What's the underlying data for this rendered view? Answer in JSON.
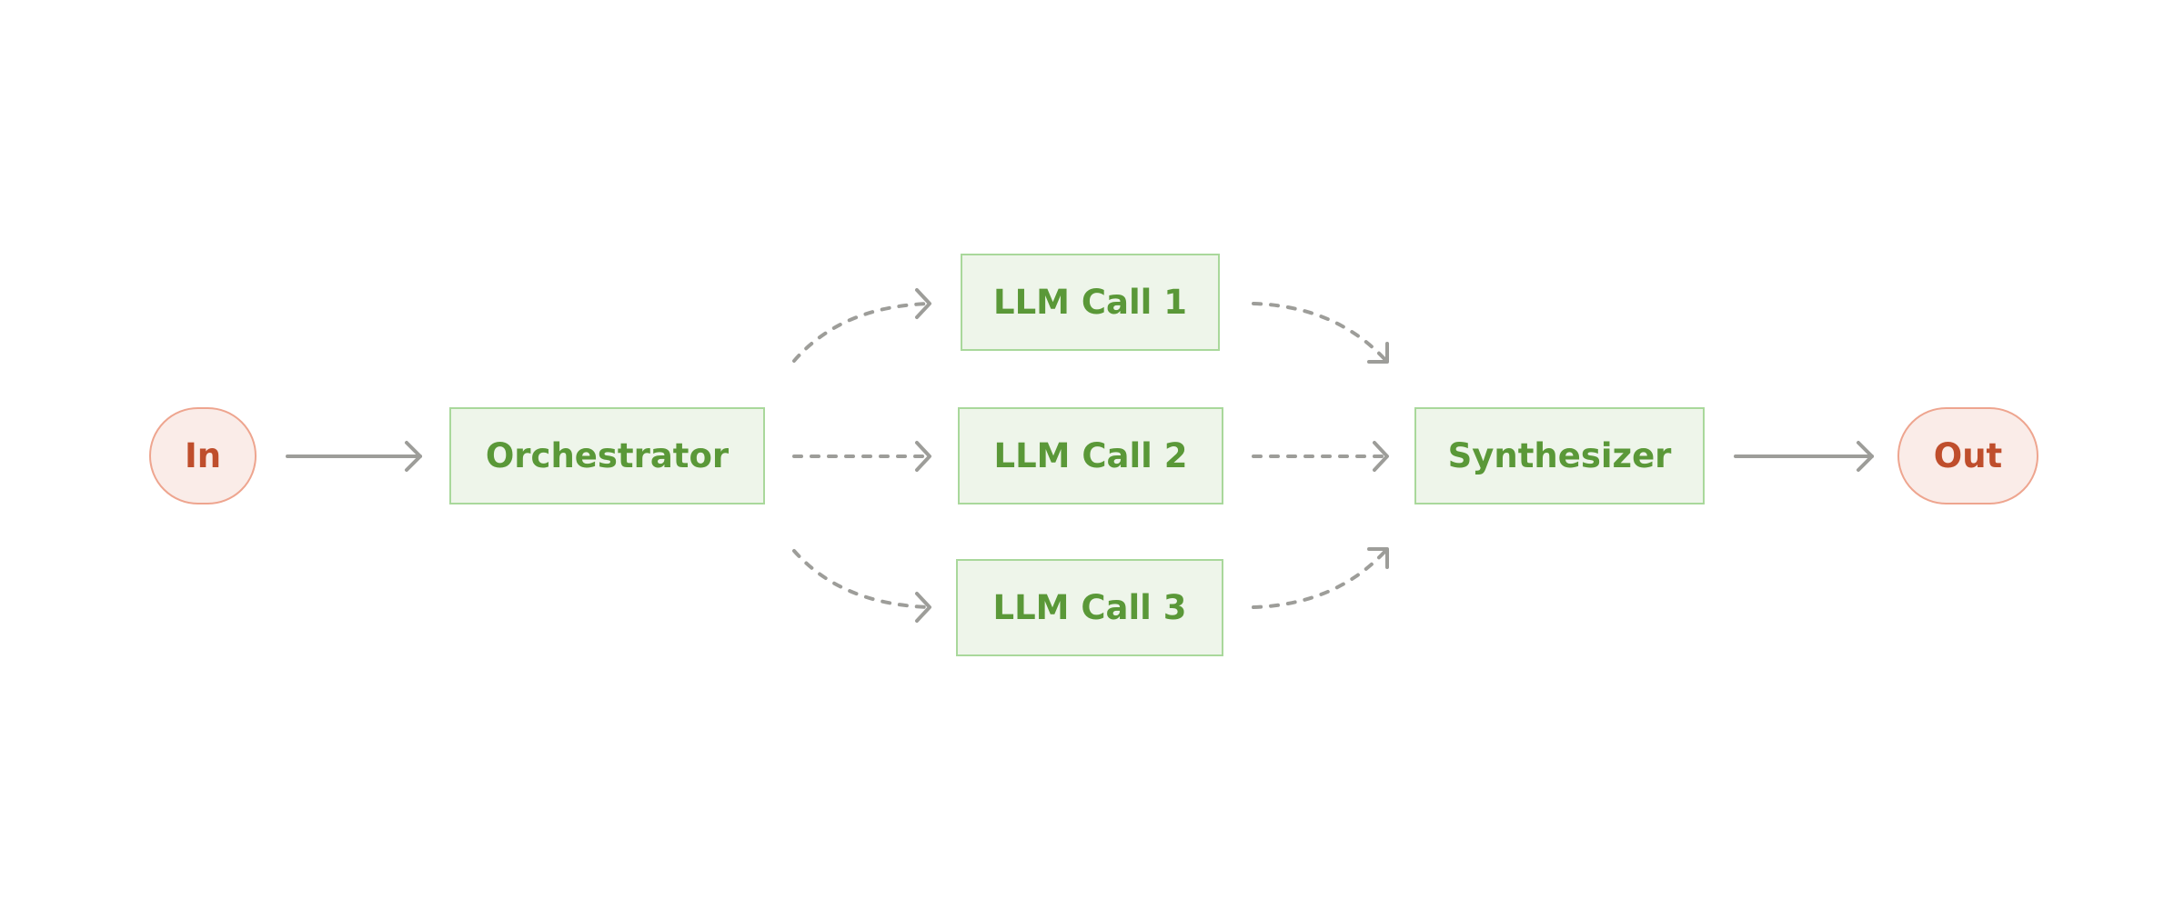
{
  "colors": {
    "terminal_fill": "#faece8",
    "terminal_border": "#eea58f",
    "terminal_text": "#bf4e2c",
    "step_fill": "#eef5ea",
    "step_border": "#a9d89b",
    "step_text": "#5a9838",
    "edge": "#9d9d99"
  },
  "nodes": {
    "input": {
      "label": "In"
    },
    "orchestrator": {
      "label": "Orchestrator"
    },
    "llm_call_1": {
      "label": "LLM Call 1"
    },
    "llm_call_2": {
      "label": "LLM Call 2"
    },
    "llm_call_3": {
      "label": "LLM Call 3"
    },
    "synthesizer": {
      "label": "Synthesizer"
    },
    "output": {
      "label": "Out"
    }
  },
  "edges": [
    {
      "from": "input",
      "to": "orchestrator",
      "style": "solid"
    },
    {
      "from": "orchestrator",
      "to": "llm_call_1",
      "style": "dashed"
    },
    {
      "from": "orchestrator",
      "to": "llm_call_2",
      "style": "dashed"
    },
    {
      "from": "orchestrator",
      "to": "llm_call_3",
      "style": "dashed"
    },
    {
      "from": "llm_call_1",
      "to": "synthesizer",
      "style": "dashed"
    },
    {
      "from": "llm_call_2",
      "to": "synthesizer",
      "style": "dashed"
    },
    {
      "from": "llm_call_3",
      "to": "synthesizer",
      "style": "dashed"
    },
    {
      "from": "synthesizer",
      "to": "output",
      "style": "solid"
    }
  ]
}
